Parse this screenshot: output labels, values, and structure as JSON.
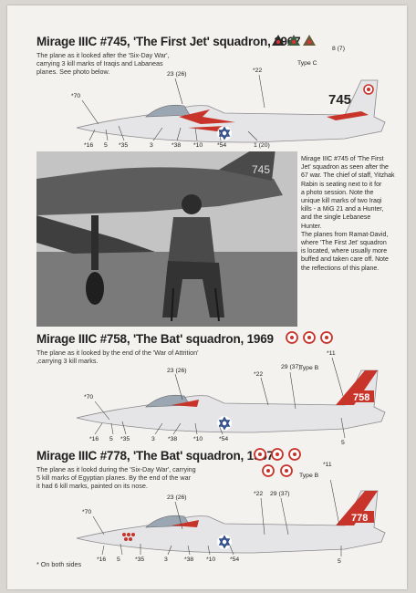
{
  "sections": [
    {
      "title": "Mirage IIIC #745, 'The First Jet' squadron, 1967",
      "desc_lines": [
        "The plane as it looked after the 'Six-Day War',",
        "carrying 3 kill marks of Iraqis and Labaneas",
        "planes. See photo below."
      ],
      "tail_number": "745",
      "type_label": "Type C",
      "callouts": [
        "*70",
        "23 (26)",
        "*22",
        "8 (7)",
        "*16",
        "5",
        "*35",
        "3",
        "*38",
        "*10",
        "*54",
        "1 (20)"
      ]
    },
    {
      "title": "Mirage IIIC #758, 'The Bat' squadron, 1969",
      "desc_lines": [
        "The plane as it looked by the end of the 'War of Attrition'",
        ",carrying 3 kill marks."
      ],
      "tail_number": "758",
      "type_label": "Type B",
      "callouts": [
        "*11",
        "*70",
        "23 (26)",
        "*22",
        "29 (37)",
        "*16",
        "5",
        "*35",
        "3",
        "*38",
        "*10",
        "*54",
        "5"
      ]
    },
    {
      "title": "Mirage IIIC #778, 'The Bat' squadron, 1967",
      "desc_lines": [
        "The plane as it lookd during the 'Six-Day War', carrying",
        "5 kill marks of Egyptian planes. By the end of the war",
        "it had 6 kill marks, painted on its nose."
      ],
      "tail_number": "778",
      "type_label": "Type B",
      "callouts": [
        "*11",
        "*70",
        "23 (26)",
        "*22",
        "29 (37)",
        "*16",
        "5",
        "*35",
        "3",
        "*38",
        "*10",
        "*54",
        "5"
      ]
    }
  ],
  "photo": {
    "caption_lines": [
      "Mirage IIIC #745 of 'The First",
      "Jet' squadron as seen after the",
      "67 war. The chief of staff, Yitzhak",
      "Rabin is seating next to it for",
      "a photo session. Note the",
      "unique kill marks of two Iraqi",
      "kills - a MiG 21 and a Hunter,",
      "and the single Lebanese",
      "Hunter.",
      "The planes from Ramat-David,",
      "where 'The First Jet' squadron",
      "is located, where usually more",
      "buffed and taken care off. Note",
      "the reflections of this plane."
    ],
    "photo_tail": "745"
  },
  "footnote": "* On both sides",
  "colors": {
    "red": "#c8332a",
    "blue": "#2f4b8a",
    "paper": "#f4f2ef",
    "plane": "#e4e4e6",
    "ink": "#222222"
  }
}
